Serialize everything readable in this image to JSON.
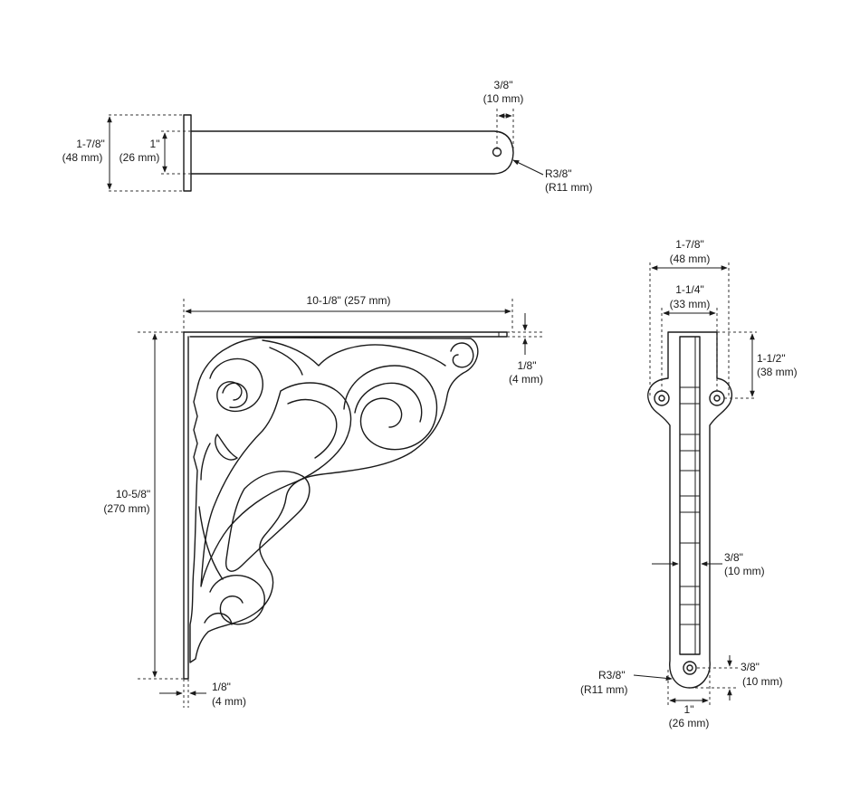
{
  "top_view": {
    "overall_height": {
      "imperial": "1-7/8\"",
      "metric": "(48 mm)"
    },
    "bar_height": {
      "imperial": "1\"",
      "metric": "(26 mm)"
    },
    "hole_offset": {
      "imperial": "3/8\"",
      "metric": "(10 mm)"
    },
    "tip_radius": {
      "imperial": "R3/8\"",
      "metric": "(R11 mm)"
    }
  },
  "front_view": {
    "overall_width": {
      "value": "10-1/8\" (257 mm)"
    },
    "overall_height": {
      "imperial": "10-5/8\"",
      "metric": "(270 mm)"
    },
    "top_thickness": {
      "imperial": "1/8\"",
      "metric": "(4 mm)"
    },
    "wall_thickness": {
      "imperial": "1/8\"",
      "metric": "(4 mm)"
    }
  },
  "side_view": {
    "plate_width": {
      "imperial": "1-7/8\"",
      "metric": "(48 mm)"
    },
    "hole_spacing": {
      "imperial": "1-1/4\"",
      "metric": "(33 mm)"
    },
    "hole_drop": {
      "imperial": "1-1/2\"",
      "metric": "(38 mm)"
    },
    "web_width": {
      "imperial": "3/8\"",
      "metric": "(10 mm)"
    },
    "bottom_radius": {
      "imperial": "R3/8\"",
      "metric": "(R11 mm)"
    },
    "bottom_hole_offset": {
      "imperial": "3/8\"",
      "metric": "(10 mm)"
    },
    "bottom_width": {
      "imperial": "1\"",
      "metric": "(26 mm)"
    }
  }
}
